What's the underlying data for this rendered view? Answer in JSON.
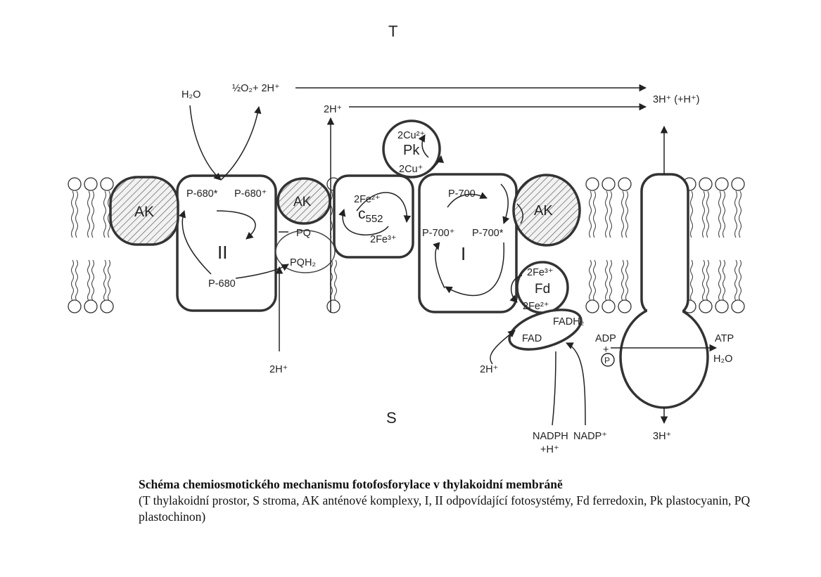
{
  "regions": {
    "thylakoid_space": "T",
    "stroma": "S"
  },
  "complexes": {
    "antenna": "AK",
    "photosystem_2": "II",
    "photosystem_1": "I",
    "cytochrome": {
      "main": "c",
      "sub": "552"
    },
    "plastocyanin": "Pk",
    "ferredoxin": "Fd"
  },
  "labels": {
    "water_in": "H₂O",
    "oxygen_out": "½O₂+ 2H⁺",
    "proton_2h_top": "2H⁺",
    "proton_3h_top": "3H⁺ (+H⁺)",
    "proton_3h_bottom": "3H⁺",
    "proton_2h_bottom_left": "2H⁺",
    "proton_2h_bottom_mid": "2H⁺",
    "p680_excited": "P-680*",
    "p680_oxidized": "P-680⁺",
    "p680": "P-680",
    "pq": "PQ",
    "pqh2": "PQH₂",
    "fe2_c": "2Fe²⁺",
    "fe3_c": "2Fe³⁺",
    "cu2": "2Cu²⁺",
    "cu1": "2Cu⁺",
    "p700": "P-700",
    "p700_oxidized": "P-700⁺",
    "p700_excited": "P-700*",
    "fe3_fd": "2Fe³⁺",
    "fe2_fd": "2Fe²⁺",
    "fad": "FAD",
    "fadh2": "FADH₂",
    "adp": "ADP",
    "p_circle": "P",
    "plus": "+",
    "atp": "ATP",
    "h2o_atp": "H₂O",
    "nadph": "NADPH",
    "nadph_h": "+H⁺",
    "nadp": "NADP⁺"
  },
  "caption": {
    "title": "Schéma chemiosmotického mechanismu fotofosforylace v thylakoidní membráně",
    "legend": "(T thylakoidní prostor, S stroma, AK anténové komplexy, I, II odpovídající fotosystémy, Fd ferredoxin, Pk plastocyanin, PQ plastochinon)"
  }
}
